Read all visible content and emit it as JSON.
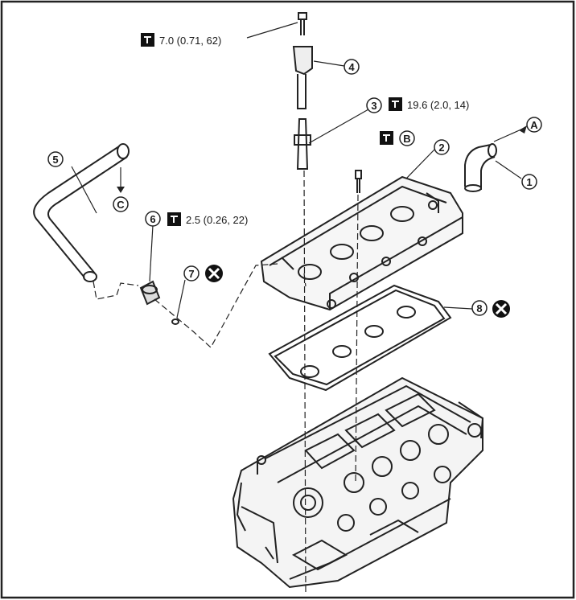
{
  "torques": {
    "t1": "7.0 (0.71, 62)",
    "t2": "19.6 (2.0, 14)",
    "t3": "2.5 (0.26, 22)"
  },
  "callouts": {
    "n1": "1",
    "n2": "2",
    "n3": "3",
    "n4": "4",
    "n5": "5",
    "n6": "6",
    "n7": "7",
    "n8": "8",
    "a": "A",
    "b": "B",
    "c": "C"
  }
}
